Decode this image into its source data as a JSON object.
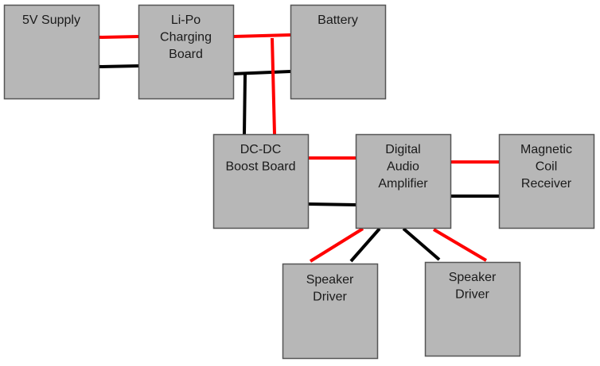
{
  "diagram": {
    "title": "",
    "colors": {
      "box_fill": "#b7b7b7",
      "box_stroke": "#555555",
      "positive_wire": "#ff0000",
      "ground_wire": "#000000",
      "text": "#1a1a1a"
    },
    "nodes": [
      {
        "id": "supply",
        "lines": [
          "5V Supply"
        ]
      },
      {
        "id": "charger",
        "lines": [
          "Li-Po",
          "Charging",
          "Board"
        ]
      },
      {
        "id": "battery",
        "lines": [
          "Battery"
        ]
      },
      {
        "id": "boost",
        "lines": [
          "DC-DC",
          "Boost Board"
        ]
      },
      {
        "id": "amp",
        "lines": [
          "Digital",
          "Audio",
          "Amplifier"
        ]
      },
      {
        "id": "coil",
        "lines": [
          "Magnetic",
          "Coil",
          "Receiver"
        ]
      },
      {
        "id": "speaker1",
        "lines": [
          "Speaker",
          "Driver"
        ]
      },
      {
        "id": "speaker2",
        "lines": [
          "Speaker",
          "Driver"
        ]
      }
    ],
    "wires": [
      {
        "from": "supply",
        "to": "charger",
        "polarity": "positive"
      },
      {
        "from": "supply",
        "to": "charger",
        "polarity": "ground"
      },
      {
        "from": "charger",
        "to": "battery",
        "polarity": "positive"
      },
      {
        "from": "charger",
        "to": "battery",
        "polarity": "ground"
      },
      {
        "from": "charger-battery-positive",
        "to": "boost",
        "polarity": "positive"
      },
      {
        "from": "charger-battery-ground",
        "to": "boost",
        "polarity": "ground"
      },
      {
        "from": "boost",
        "to": "amp",
        "polarity": "positive"
      },
      {
        "from": "boost",
        "to": "amp",
        "polarity": "ground"
      },
      {
        "from": "amp",
        "to": "coil",
        "polarity": "positive"
      },
      {
        "from": "amp",
        "to": "coil",
        "polarity": "ground"
      },
      {
        "from": "amp",
        "to": "speaker1",
        "polarity": "positive"
      },
      {
        "from": "amp",
        "to": "speaker1",
        "polarity": "ground"
      },
      {
        "from": "amp",
        "to": "speaker2",
        "polarity": "ground"
      },
      {
        "from": "amp",
        "to": "speaker2",
        "polarity": "positive"
      }
    ]
  }
}
